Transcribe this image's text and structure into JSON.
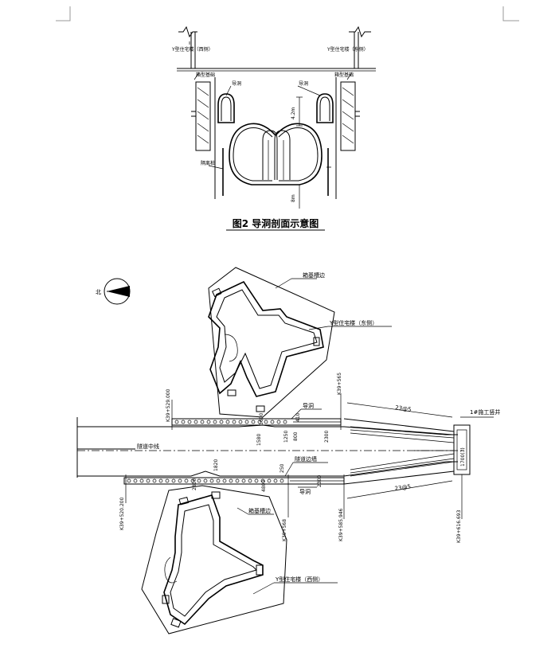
{
  "figure2": {
    "caption": "图2  导洞剖面示意图",
    "label_building_west": "Y型住宅楼（西侧）",
    "label_building_east": "Y型住宅楼（东侧）",
    "label_foundation_left": "箱型基础",
    "label_foundation_right": "箱型基础",
    "label_pilot_left": "导洞",
    "label_pilot_right": "导洞",
    "label_isolation_pile": "隔离桩",
    "dim_vertical": "4.2m",
    "dim_depth": "8m"
  },
  "plan": {
    "north_label": "北",
    "label_foundation_edge_top": "箱基槽边",
    "label_foundation_edge_bottom": "箱基槽边",
    "label_building_east": "Y型住宅楼（东侧）",
    "label_building_west": "Y型住宅楼（西侧）",
    "label_pilot_top": "导洞",
    "label_pilot_bottom": "导洞",
    "label_centerline": "隧道中线",
    "label_tunnel_wall": "隧道边墙",
    "label_shaft": "1#施工竖井",
    "dim_top_diag": "23@5",
    "dim_bottom_diag": "23@5",
    "dim_shaft": "1700(3)",
    "stations": [
      "K39+529.000",
      "K39+565",
      "K39+520.200",
      "K39+568",
      "K39+585.946",
      "K39+616.693"
    ],
    "top_dims": [
      "1580",
      "1250",
      "800",
      "410",
      "1600",
      "2300"
    ],
    "bottom_dims": [
      "1820",
      "2800",
      "4800",
      "250",
      "2300"
    ]
  }
}
